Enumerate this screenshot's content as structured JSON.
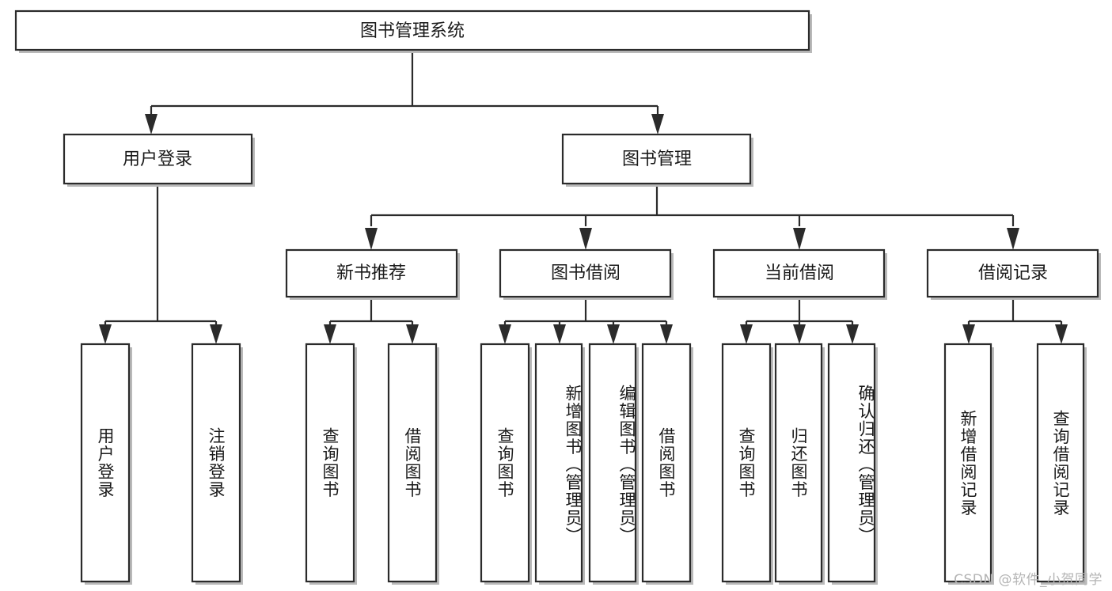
{
  "diagram": {
    "title": "图书管理系统",
    "type": "tree-hierarchy-chart",
    "root": {
      "id": "root",
      "label": "图书管理系统"
    },
    "level2": [
      {
        "id": "user-login",
        "label": "用户登录"
      },
      {
        "id": "book-management",
        "label": "图书管理"
      }
    ],
    "level3": [
      {
        "id": "new-book-recommend",
        "label": "新书推荐",
        "parent": "book-management"
      },
      {
        "id": "book-borrow",
        "label": "图书借阅",
        "parent": "book-management"
      },
      {
        "id": "current-borrow",
        "label": "当前借阅",
        "parent": "book-management"
      },
      {
        "id": "borrow-record",
        "label": "借阅记录",
        "parent": "book-management"
      }
    ],
    "leaves": {
      "user_login": [
        {
          "id": "leaf-user-login",
          "label": "用户登录"
        },
        {
          "id": "leaf-logout-login",
          "label": "注销登录"
        }
      ],
      "new_book_recommend": [
        {
          "id": "leaf-query-book-1",
          "label": "查询图书"
        },
        {
          "id": "leaf-borrow-book-1",
          "label": "借阅图书"
        }
      ],
      "book_borrow": [
        {
          "id": "leaf-query-book-2",
          "label": "查询图书"
        },
        {
          "id": "leaf-add-book",
          "label": "新增图书（管理员）"
        },
        {
          "id": "leaf-edit-book",
          "label": "编辑图书（管理员）"
        },
        {
          "id": "leaf-borrow-book-2",
          "label": "借阅图书"
        }
      ],
      "current_borrow": [
        {
          "id": "leaf-query-book-3",
          "label": "查询图书"
        },
        {
          "id": "leaf-return-book",
          "label": "归还图书"
        },
        {
          "id": "leaf-confirm-return",
          "label": "确认归还（管理员）"
        }
      ],
      "borrow_record": [
        {
          "id": "leaf-add-record",
          "label": "新增借阅记录"
        },
        {
          "id": "leaf-query-record",
          "label": "查询借阅记录"
        }
      ]
    }
  },
  "watermark": {
    "text": "CSDN @软件_小贺同学"
  },
  "colors": {
    "box_stroke": "#2b2b2b",
    "box_fill": "#ffffff",
    "text": "#1a1a1a",
    "watermark": "#b4b4b4",
    "shadow": "#b9b9b9"
  }
}
